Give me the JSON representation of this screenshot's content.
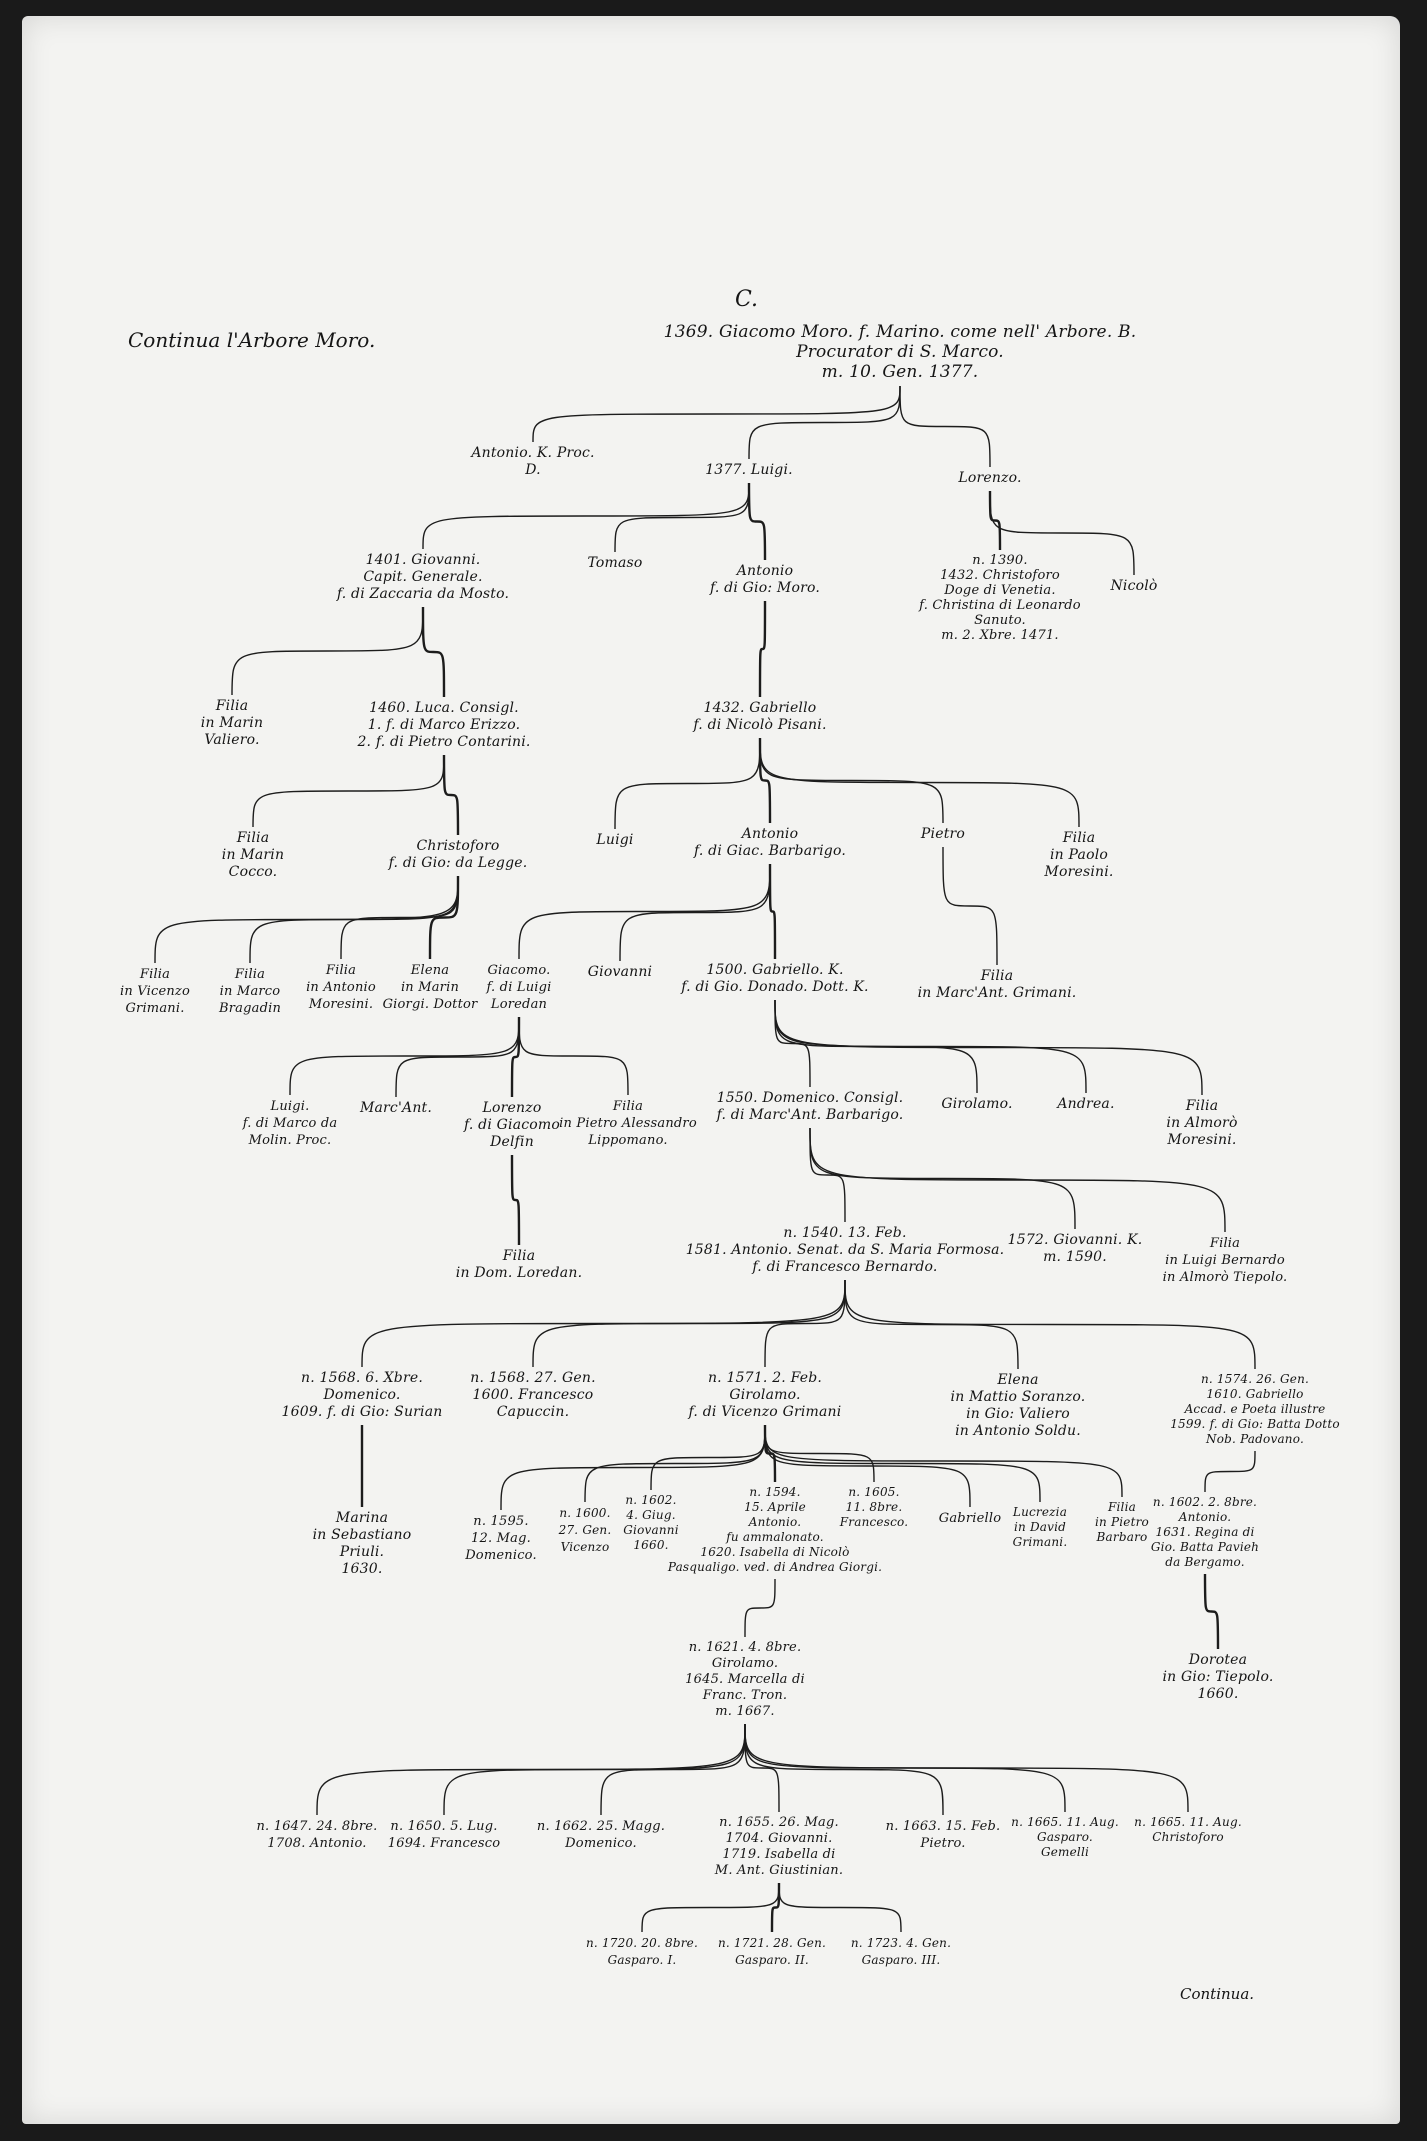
{
  "header": {
    "title": "Continua l'Arbore Moro.",
    "section_letter": "C.",
    "footer": "Continua."
  },
  "nodes": [
    {
      "text": "1369. Giacomo Moro. f. Marino. come nell' Arbore. B.\nProcurator di S. Marco.\nm. 10. Gen. 1377.",
      "parent": null
    },
    {
      "text": "Antonio. K. Proc.\nD.",
      "parent": 0
    },
    {
      "text": "1377. Luigi.",
      "parent": 0
    },
    {
      "text": "Lorenzo.",
      "parent": 0
    },
    {
      "text": "1401. Giovanni.\nCapit. Generale.\nf. di Zaccaria da Mosto.",
      "parent": 2
    },
    {
      "text": "Tomaso",
      "parent": 2
    },
    {
      "text": "Antonio\nf. di Gio: Moro.",
      "parent": 2
    },
    {
      "text": "n. 1390.\n1432. Christoforo\nDoge di Venetia.\nf. Christina di Leonardo\nSanuto.\nm. 2. Xbre. 1471.",
      "parent": 3
    },
    {
      "text": "Nicolò",
      "parent": 3
    },
    {
      "text": "Filia\nin Marin\nValiero.",
      "parent": 4
    },
    {
      "text": "1460. Luca. Consigl.\n1. f. di Marco Erizzo.\n2. f. di Pietro Contarini.",
      "parent": 4
    },
    {
      "text": "1432. Gabriello\nf. di Nicolò Pisani.",
      "parent": 6
    },
    {
      "text": "Filia\nin Marin\nCocco.",
      "parent": 10
    },
    {
      "text": "Christoforo\nf. di Gio: da Legge.",
      "parent": 10
    },
    {
      "text": "Luigi",
      "parent": 11
    },
    {
      "text": "Antonio\nf. di Giac. Barbarigo.",
      "parent": 11
    },
    {
      "text": "Pietro",
      "parent": 11
    },
    {
      "text": "Filia\nin Paolo\nMoresini.",
      "parent": 11
    },
    {
      "text": "Filia\nin Vicenzo\nGrimani.",
      "parent": 13
    },
    {
      "text": "Filia\nin Marco\nBragadin",
      "parent": 13
    },
    {
      "text": "Filia\nin Antonio\nMoresini.",
      "parent": 13
    },
    {
      "text": "Elena\nin Marin\nGiorgi. Dottor",
      "parent": 13
    },
    {
      "text": "Giacomo.\nf. di Luigi\nLoredan",
      "parent": 15
    },
    {
      "text": "Giovanni",
      "parent": 15
    },
    {
      "text": "1500. Gabriello. K.\nf. di Gio. Donado. Dott. K.",
      "parent": 15
    },
    {
      "text": "Filia\nin Marc'Ant. Grimani.",
      "parent": 16
    },
    {
      "text": "Luigi.\nf. di Marco da\nMolin. Proc.",
      "parent": 22
    },
    {
      "text": "Marc'Ant.",
      "parent": 22
    },
    {
      "text": "Lorenzo\nf. di Giacomo\nDelfin",
      "parent": 22
    },
    {
      "text": "Filia\nin Pietro Alessandro\nLippomano.",
      "parent": 22
    },
    {
      "text": "1550. Domenico. Consigl.\nf. di Marc'Ant. Barbarigo.",
      "parent": 24
    },
    {
      "text": "Girolamo.",
      "parent": 24
    },
    {
      "text": "Andrea.",
      "parent": 24
    },
    {
      "text": "Filia\nin Almorò\nMoresini.",
      "parent": 24
    },
    {
      "text": "Filia\nin Dom. Loredan.",
      "parent": 28
    },
    {
      "text": "n. 1540. 13. Feb.\n1581. Antonio. Senat. da S. Maria Formosa.\nf. di Francesco Bernardo.",
      "parent": 30
    },
    {
      "text": "1572. Giovanni. K.\nm. 1590.",
      "parent": 30
    },
    {
      "text": "Filia\nin Luigi Bernardo\nin Almorò Tiepolo.",
      "parent": 30
    },
    {
      "text": "n. 1568. 6. Xbre.\nDomenico.\n1609. f. di Gio: Surian",
      "parent": 35
    },
    {
      "text": "n. 1568. 27. Gen.\n1600. Francesco\nCapuccin.",
      "parent": 35
    },
    {
      "text": "n. 1571. 2. Feb.\nGirolamo.\nf. di Vicenzo Grimani",
      "parent": 35
    },
    {
      "text": "Elena\nin Mattio Soranzo.\nin Gio: Valiero\nin Antonio Soldu.",
      "parent": 35
    },
    {
      "text": "n. 1574. 26. Gen.\n1610. Gabriello\nAccad. e Poeta illustre\n1599. f. di Gio: Batta Dotto\nNob. Padovano.",
      "parent": 35
    },
    {
      "text": "Marina\nin Sebastiano\nPriuli.\n1630.",
      "parent": 38
    },
    {
      "text": "n. 1595.\n12. Mag.\nDomenico.",
      "parent": 40
    },
    {
      "text": "n. 1600.\n27. Gen.\nVicenzo",
      "parent": 40
    },
    {
      "text": "n. 1602.\n4. Giug.\nGiovanni\n1660.",
      "parent": 40
    },
    {
      "text": "n. 1594.\n15. Aprile\nAntonio.\nfu ammalonato.\n1620. Isabella di Nicolò\nPasqualigo. ved. di Andrea Giorgi.",
      "parent": 40
    },
    {
      "text": "n. 1605.\n11. 8bre.\nFrancesco.",
      "parent": 40
    },
    {
      "text": "Gabriello",
      "parent": 40
    },
    {
      "text": "Lucrezia\nin David\nGrimani.",
      "parent": 40
    },
    {
      "text": "Filia\nin Pietro\nBarbaro",
      "parent": 40
    },
    {
      "text": "n. 1602. 2. 8bre.\nAntonio.\n1631. Regina di\nGio. Batta Pavieh\nda Bergamo.",
      "parent": 42
    },
    {
      "text": "Dorotea\nin Gio: Tiepolo.\n1660.",
      "parent": 52
    },
    {
      "text": "n. 1621. 4. 8bre.\nGirolamo.\n1645. Marcella di\nFranc. Tron.\nm. 1667.",
      "parent": 47
    },
    {
      "text": "n. 1647. 24. 8bre.\n1708. Antonio.",
      "parent": 54
    },
    {
      "text": "n. 1650. 5. Lug.\n1694. Francesco",
      "parent": 54
    },
    {
      "text": "n. 1662. 25. Magg.\nDomenico.",
      "parent": 54
    },
    {
      "text": "n. 1655. 26. Mag.\n1704. Giovanni.\n1719. Isabella di\nM. Ant. Giustinian.",
      "parent": 54
    },
    {
      "text": "n. 1663. 15. Feb.\nPietro.",
      "parent": 54
    },
    {
      "text": "n. 1665. 11. Aug.\nGasparo.\nGemelli",
      "parent": 54
    },
    {
      "text": "n. 1665. 11. Aug.\nChristoforo",
      "parent": 54
    },
    {
      "text": "n. 1720. 20. 8bre.\nGasparo. I.",
      "parent": 58
    },
    {
      "text": "n. 1721. 28. Gen.\nGasparo. II.",
      "parent": 58
    },
    {
      "text": "n. 1723. 4. Gen.\nGasparo. III.",
      "parent": 58
    }
  ]
}
